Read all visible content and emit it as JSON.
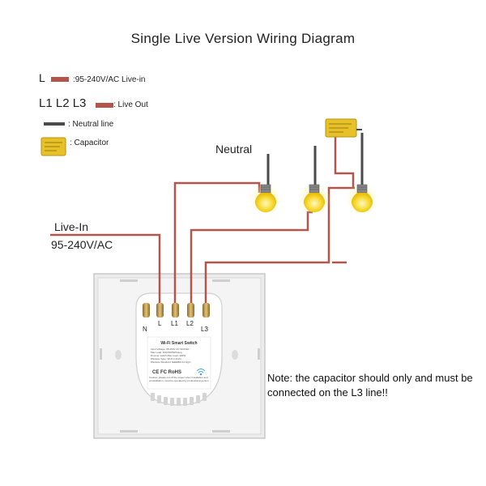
{
  "title": "Single Live Version Wiring Diagram",
  "legend": {
    "live_in_symbol": "L",
    "live_in_text": ":95-240V/AC Live-in",
    "live_out_symbol": "L1 L2 L3",
    "live_out_text": ": Live Out",
    "neutral_text": ": Neutral line",
    "capacitor_text": ": Capacitor"
  },
  "labels": {
    "neutral": "Neutral",
    "live_in": "Live-In",
    "voltage": "95-240V/AC"
  },
  "terminals": [
    "N",
    "L",
    "L1",
    "L2",
    "L3"
  ],
  "device": {
    "sticker_title": "Wi-Fi Smart Switch",
    "sticker_lines": [
      "Input Voltage: 95-250V AC 50-60Hz",
      "Max Load: 10A/2200W/Gang",
      "Dimmer switch Max Load: 300W",
      "Wireless Type: Wi-Fi 2.4Ghz",
      "Wireless Standard: IEEE802.11 b/g/n"
    ],
    "marks": "CE FC RoHS",
    "caution": "Caution: please cut off the power when installation and uninstallation, must be operated by professional person"
  },
  "note": "Note: the capacitor should only and must be connected on the L3 line!!",
  "colors": {
    "live_wire": "#b3554a",
    "neutral_wire": "#4a4a4a",
    "capacitor": "#e6c12a",
    "bulb": "#f7dd3a"
  }
}
